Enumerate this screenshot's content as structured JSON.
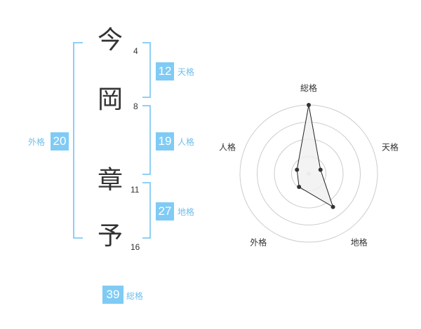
{
  "name": {
    "chars": [
      {
        "char": "今",
        "strokes": "4"
      },
      {
        "char": "岡",
        "strokes": "8"
      },
      {
        "char": "章",
        "strokes": "11"
      },
      {
        "char": "予",
        "strokes": "16"
      }
    ]
  },
  "fortunes": {
    "tenkaku": {
      "value": "12",
      "label": "天格"
    },
    "jinkaku": {
      "value": "19",
      "label": "人格"
    },
    "chikaku": {
      "value": "27",
      "label": "地格"
    },
    "gaikaku": {
      "value": "20",
      "label": "外格"
    },
    "soukaku": {
      "value": "39",
      "label": "総格"
    }
  },
  "chart_data": {
    "type": "radar",
    "axes": [
      "総格",
      "天格",
      "地格",
      "外格",
      "人格"
    ],
    "values": [
      1.0,
      0.18,
      0.6,
      0.24,
      0.18
    ],
    "range": [
      0,
      1
    ],
    "rings": 4,
    "colors": {
      "fill": "#f0f0f0",
      "line": "#222222",
      "grid": "#cccccc",
      "point": "#333333"
    }
  }
}
